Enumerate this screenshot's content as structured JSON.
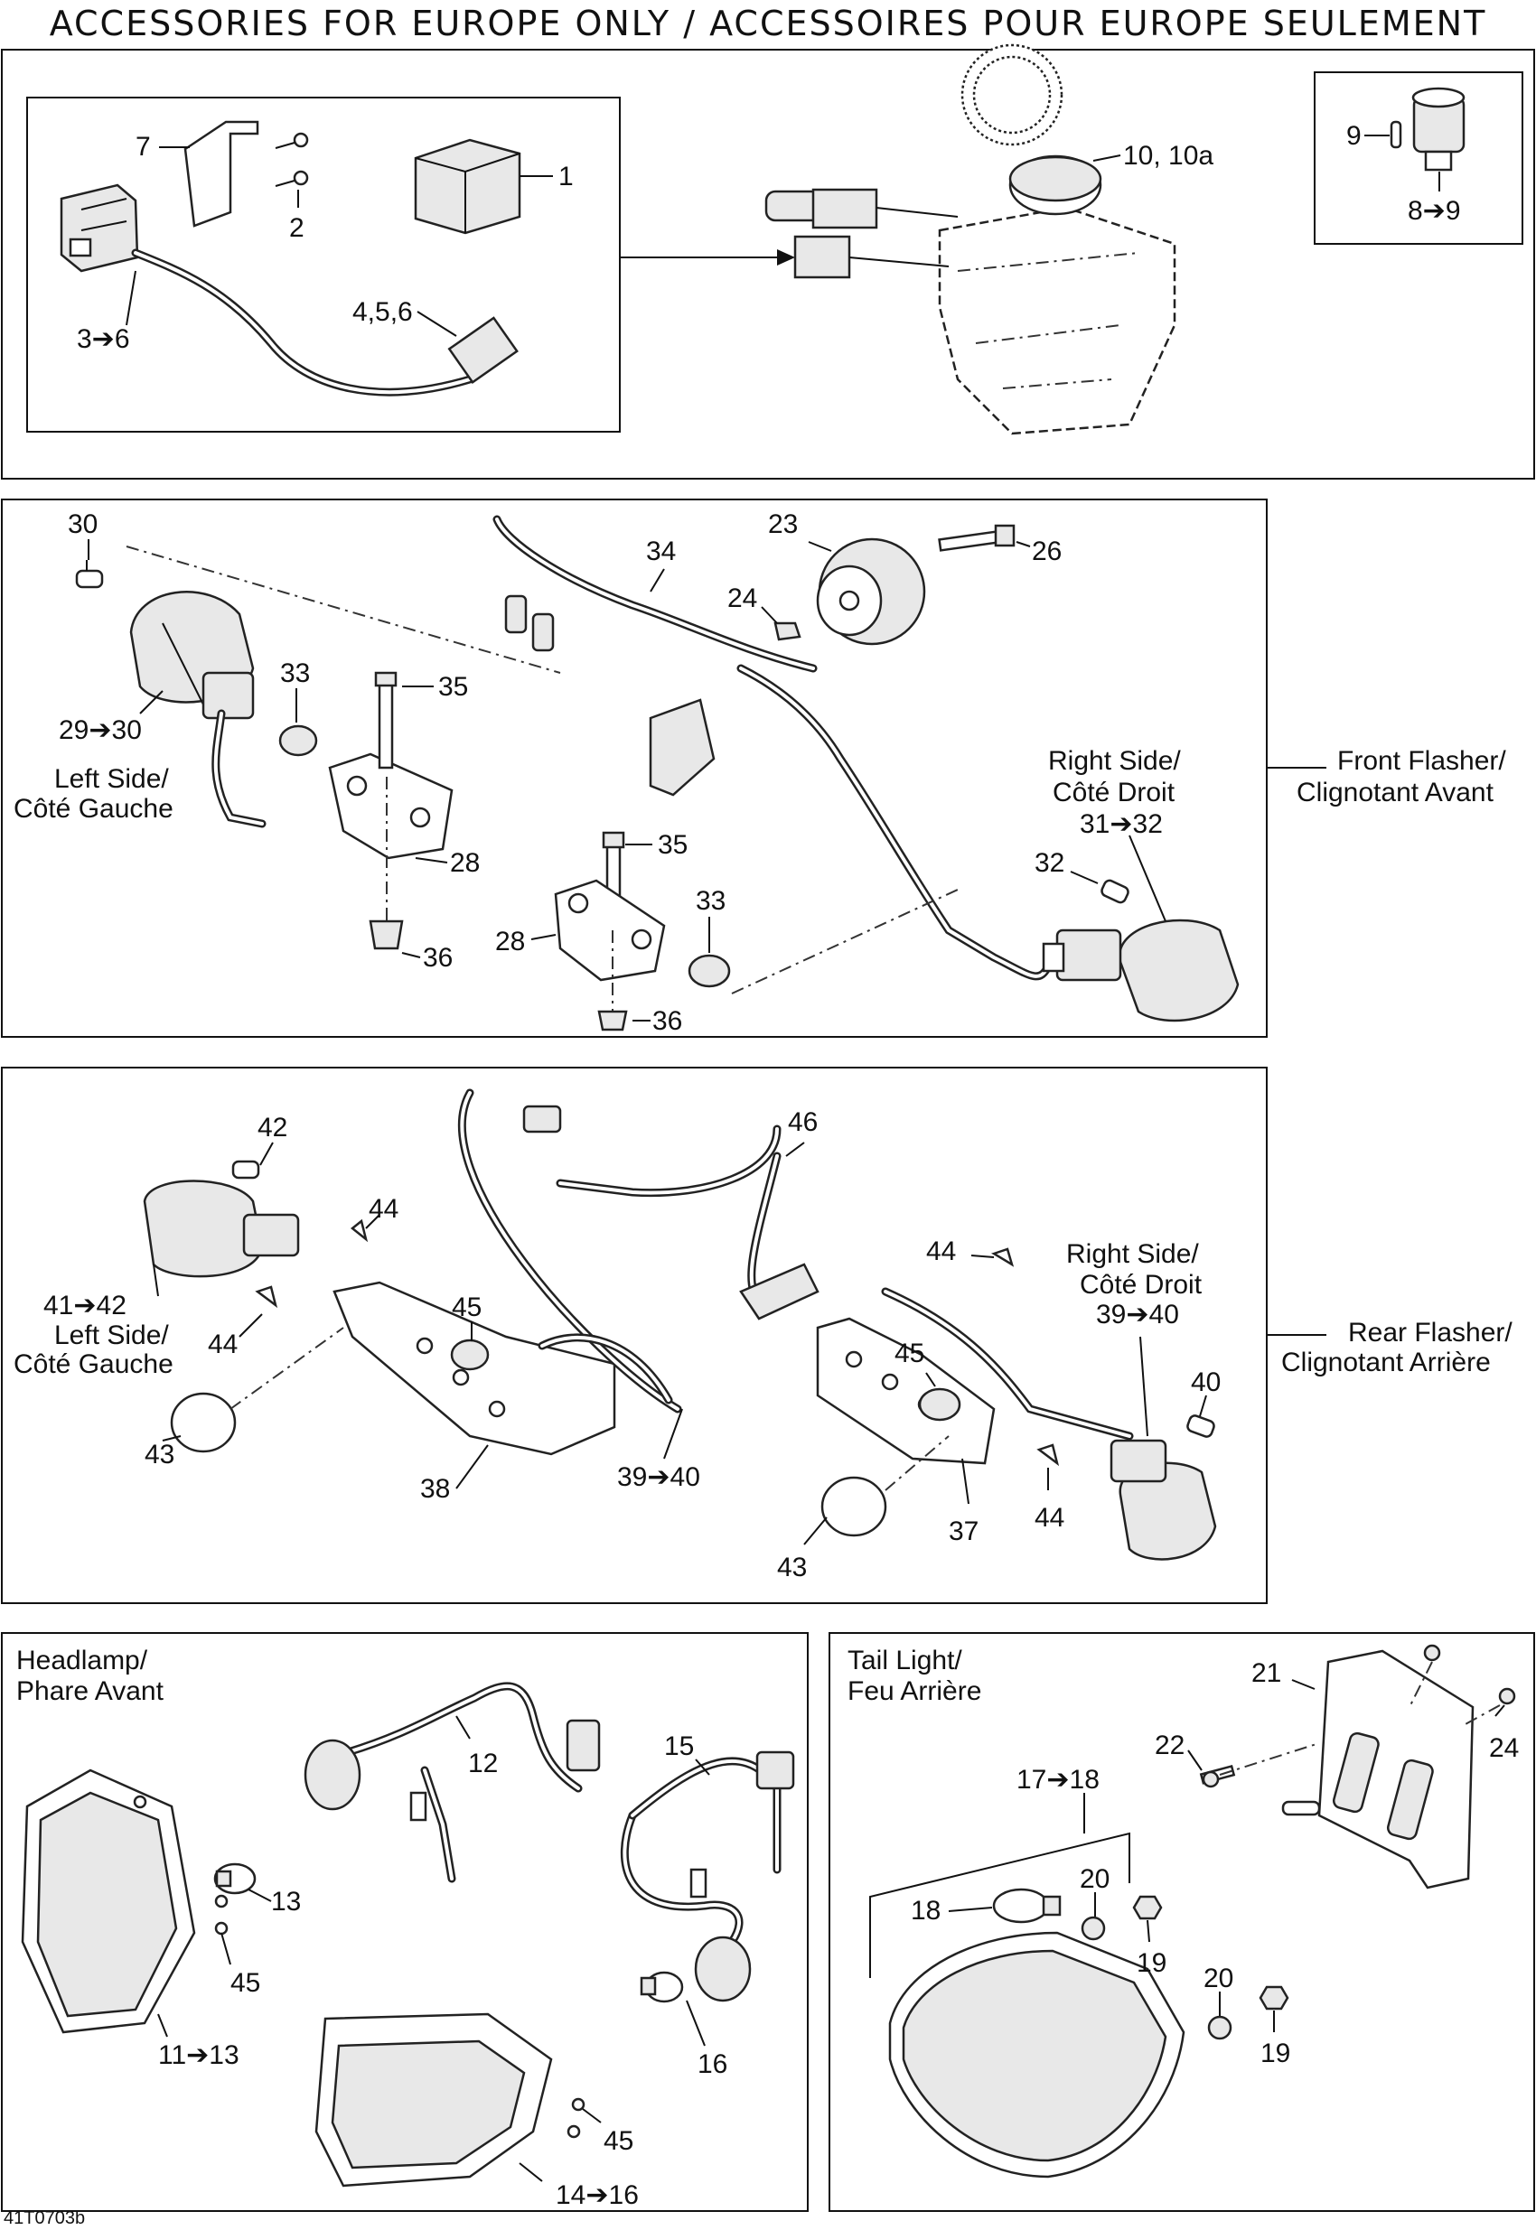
{
  "title": "ACCESSORIES FOR EUROPE ONLY / ACCESSOIRES POUR EUROPE SEULEMENT",
  "figure_code": "41T0703b",
  "panel1": {
    "callouts": [
      "7",
      "2",
      "1",
      "3➔6",
      "4,5,6",
      "10, 10a",
      "9",
      "8➔9"
    ]
  },
  "panel2": {
    "label_left": [
      "Left Side/",
      "Côté Gauche"
    ],
    "label_right": [
      "Right Side/",
      "Côté Droit",
      "31➔32"
    ],
    "section": [
      "Front Flasher/",
      "Clignotant Avant"
    ],
    "callouts": [
      "30",
      "29➔30",
      "33",
      "35",
      "28",
      "36",
      "34",
      "23",
      "24",
      "26",
      "35",
      "33",
      "28",
      "36",
      "32"
    ]
  },
  "panel3": {
    "label_left": [
      "41➔42",
      "Left Side/",
      "Côté Gauche"
    ],
    "label_right": [
      "Right Side/",
      "Côté Droit",
      "39➔40"
    ],
    "section": [
      "Rear Flasher/",
      "Clignotant Arrière"
    ],
    "callouts": [
      "42",
      "44",
      "44",
      "45",
      "43",
      "38",
      "39➔40",
      "46",
      "44",
      "45",
      "40",
      "44",
      "37",
      "43"
    ]
  },
  "panel4": {
    "section": [
      "Headlamp/",
      "Phare Avant"
    ],
    "callouts": [
      "12",
      "15",
      "13",
      "45",
      "11➔13",
      "16",
      "45",
      "14➔16"
    ]
  },
  "panel5": {
    "section": [
      "Tail Light/",
      "Feu Arrière"
    ],
    "callouts": [
      "21",
      "22",
      "24",
      "17➔18",
      "18",
      "20",
      "19",
      "20",
      "19"
    ]
  }
}
